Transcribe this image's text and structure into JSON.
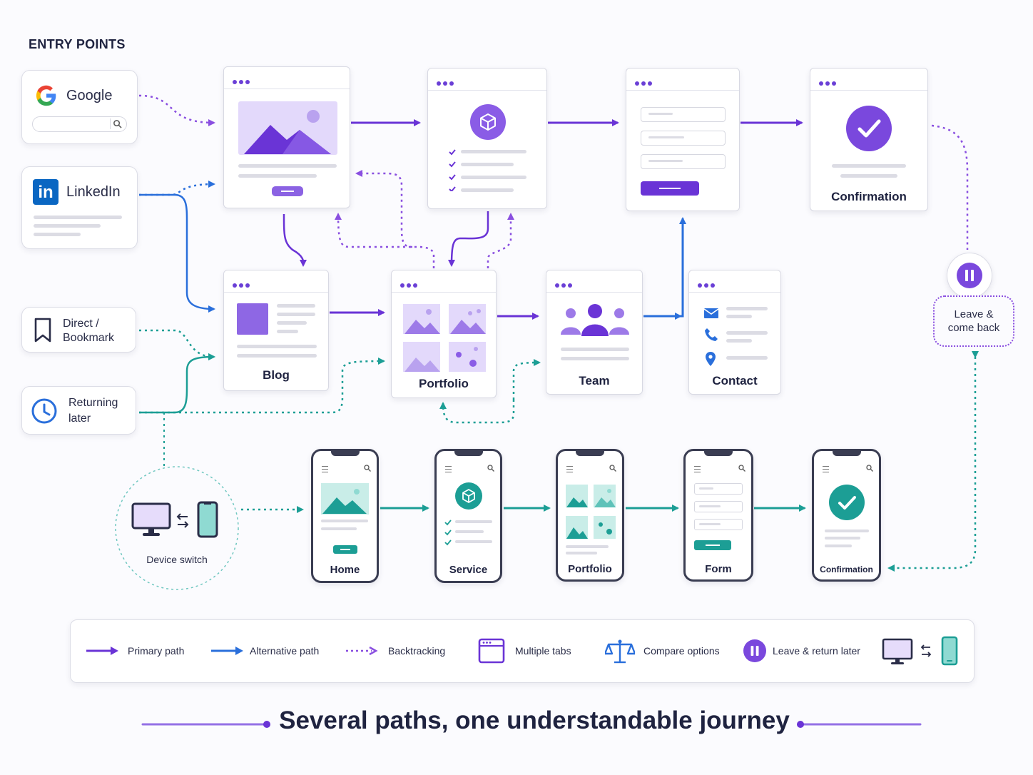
{
  "entry_heading": "ENTRY POINTS",
  "entries": {
    "google": "Google",
    "linkedin": "LinkedIn",
    "direct_line1": "Direct /",
    "direct_line2": "Bookmark",
    "returning_line1": "Returning",
    "returning_line2": "later",
    "device_switch": "Device switch"
  },
  "desktop_pages": {
    "confirmation": "Confirmation",
    "blog": "Blog",
    "portfolio": "Portfolio",
    "team": "Team",
    "contact": "Contact"
  },
  "leave_line1": "Leave &",
  "leave_line2": "come back",
  "mobile_pages": {
    "home": "Home",
    "service": "Service",
    "portfolio": "Portfolio",
    "form": "Form",
    "confirmation": "Confirmation"
  },
  "legend": {
    "primary": "Primary path",
    "alternative": "Alternative path",
    "backtracking": "Backtracking",
    "tabs": "Multiple tabs",
    "compare": "Compare options",
    "leave": "Leave & return later"
  },
  "footer_title": "Several paths, one understandable journey",
  "colors": {
    "primary": "#6a34d6",
    "alternative": "#2a6fdb",
    "teal": "#1c9e95",
    "dotted_purple": "#8a4fe0"
  },
  "icons": [
    "google-icon",
    "linkedin-icon",
    "bookmark-icon",
    "clock-icon",
    "monitor-icon",
    "phone-icon",
    "box-icon",
    "check-icon",
    "pause-icon",
    "mail-icon",
    "call-icon",
    "pin-icon",
    "team-icon",
    "scale-icon",
    "tabs-icon",
    "search-icon",
    "menu-icon"
  ]
}
